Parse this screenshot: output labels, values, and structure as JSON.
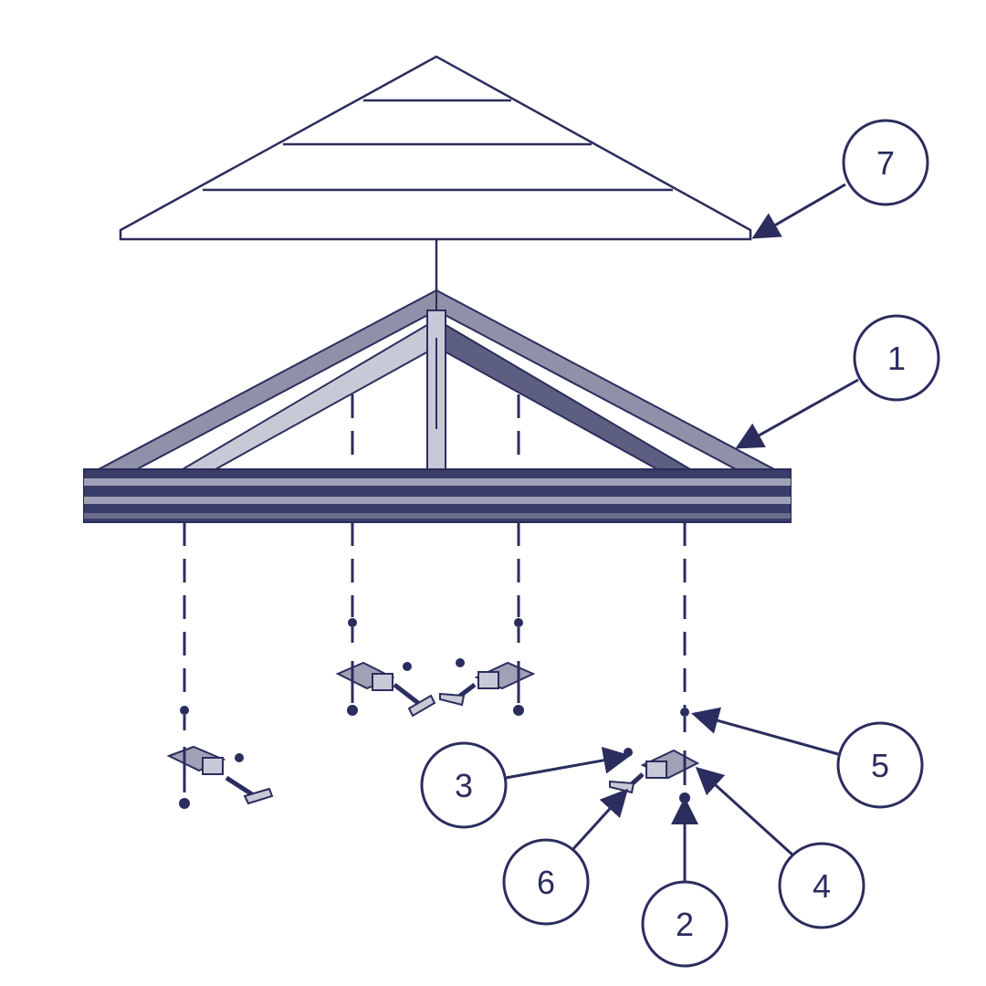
{
  "diagram": {
    "colors": {
      "ink": "#2b2d5e",
      "frame": "#7d7f98",
      "frame_dark": "#3a3c6a",
      "background": "#ffffff"
    },
    "callouts": [
      {
        "label": "7"
      },
      {
        "label": "1"
      },
      {
        "label": "5"
      },
      {
        "label": "3"
      },
      {
        "label": "4"
      },
      {
        "label": "6"
      },
      {
        "label": "2"
      }
    ]
  }
}
